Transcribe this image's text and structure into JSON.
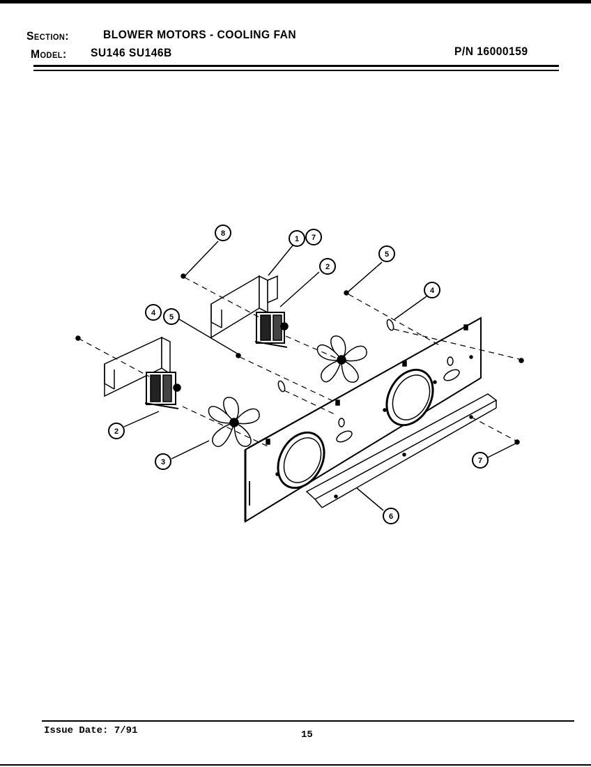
{
  "header": {
    "section_label": "Section:",
    "section_value": "BLOWER MOTORS - COOLING FAN",
    "model_label": "Model:",
    "model_value": "SU146  SU146B",
    "part_number": "P/N 16000159"
  },
  "callouts": {
    "c8_top": "8",
    "c1": "1",
    "c7_top": "7",
    "c2_top": "2",
    "c5_right": "5",
    "c4_right": "4",
    "c4_left": "4",
    "c5_left": "5",
    "c2_left": "2",
    "c3": "3",
    "c6": "6",
    "c7_right": "7"
  },
  "footer": {
    "issue_date": "Issue Date: 7/91",
    "page_number": "15"
  }
}
